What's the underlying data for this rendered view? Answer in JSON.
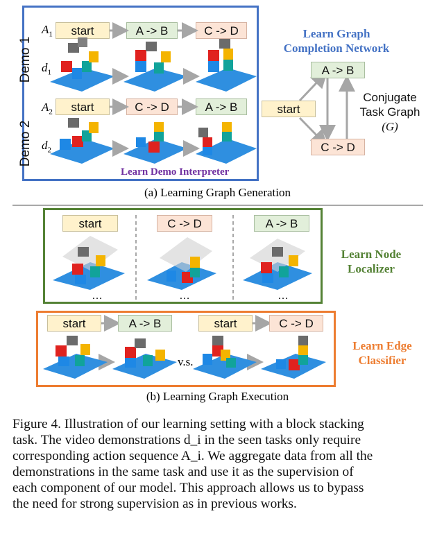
{
  "panel_a": {
    "demo1_label": "Demo 1",
    "demo2_label": "Demo 2",
    "a1_label": "A",
    "a1_sub": "1",
    "d1_label": "d",
    "d1_sub": "1",
    "a2_label": "A",
    "a2_sub": "2",
    "d2_label": "d",
    "d2_sub": "2",
    "demo1_seq": [
      "start",
      "A -> B",
      "C -> D"
    ],
    "demo2_seq": [
      "start",
      "C -> D",
      "A -> B"
    ],
    "interpreter_title": "Learn Demo Interpreter",
    "completion_title_line1": "Learn Graph",
    "completion_title_line2": "Completion Network",
    "graph_nodes": {
      "start": "start",
      "ab": "A -> B",
      "cd": "C -> D"
    },
    "conjugate_line1": "Conjugate",
    "conjugate_line2": "Task Graph",
    "conjugate_line3": "(G)",
    "caption": "(a) Learning Graph Generation"
  },
  "panel_b": {
    "localizer_nodes": [
      "start",
      "C -> D",
      "A -> B"
    ],
    "ellipsis": "…",
    "localizer_title_line1": "Learn Node",
    "localizer_title_line2": "Localizer",
    "edge_left": [
      "start",
      "A -> B"
    ],
    "edge_right": [
      "start",
      "C -> D"
    ],
    "vs_label": "v.s.",
    "edge_title_line1": "Learn Edge",
    "edge_title_line2": "Classifier",
    "caption": "(b) Learning Graph Execution"
  },
  "figure_caption": {
    "lines": [
      "Figure 4.  Illustration of our learning setting with a block stacking",
      "task.  The video demonstrations d_i in the seen tasks only require",
      "corresponding action sequence A_i. We aggregate data from all the",
      "demonstrations in the same task and use it as the supervision of",
      "each component of our model. This approach allows us to bypass",
      "the need for strong supervision as in previous works."
    ]
  },
  "colors": {
    "blue_frame": "#4472c4",
    "green_frame": "#548235",
    "orange_frame": "#ed7d31",
    "purple_title": "#7030a0",
    "table_blue": "#2f8fe0",
    "block_red": "#e0221f",
    "block_yellow": "#f4b400",
    "block_blue": "#1e88e5",
    "block_teal": "#11a39a",
    "block_gray": "#6b6b6b"
  }
}
